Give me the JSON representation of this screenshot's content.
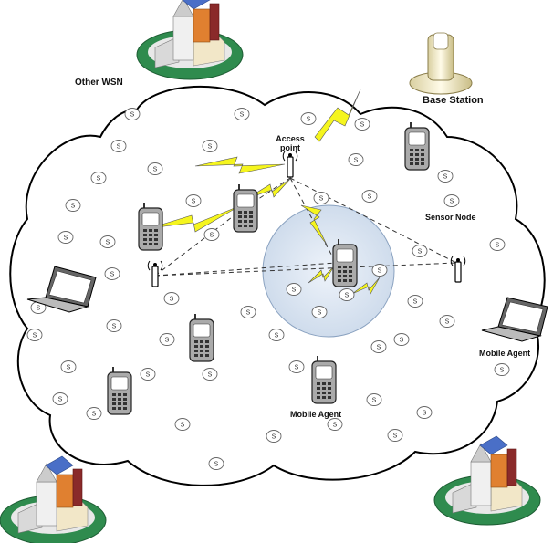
{
  "labels": {
    "other_wsn": "Other WSN",
    "base_station": "Base Station",
    "access_point_line1": "Access",
    "access_point_line2": "point",
    "sensor_node": "Sensor Node",
    "mobile_agent_center": "Mobile Agent",
    "mobile_agent_right": "Mobile Agent"
  },
  "sensor_symbol": "S",
  "colors": {
    "cloud_stroke": "#000000",
    "cloud_fill": "#ffffff",
    "cluster_fill": "#dbe5f1",
    "lightning": "#f5f51e",
    "island": "#2f8b4e",
    "roof_blue": "#4a6fc7",
    "roof_orange": "#e08030"
  },
  "icons": {
    "sensor": "sensor-node-icon",
    "phone": "mobile-phone-icon",
    "laptop": "laptop-icon",
    "antenna": "antenna-icon",
    "base_station": "base-station-icon",
    "building": "building-cluster-icon",
    "lightning": "wireless-link-icon"
  }
}
